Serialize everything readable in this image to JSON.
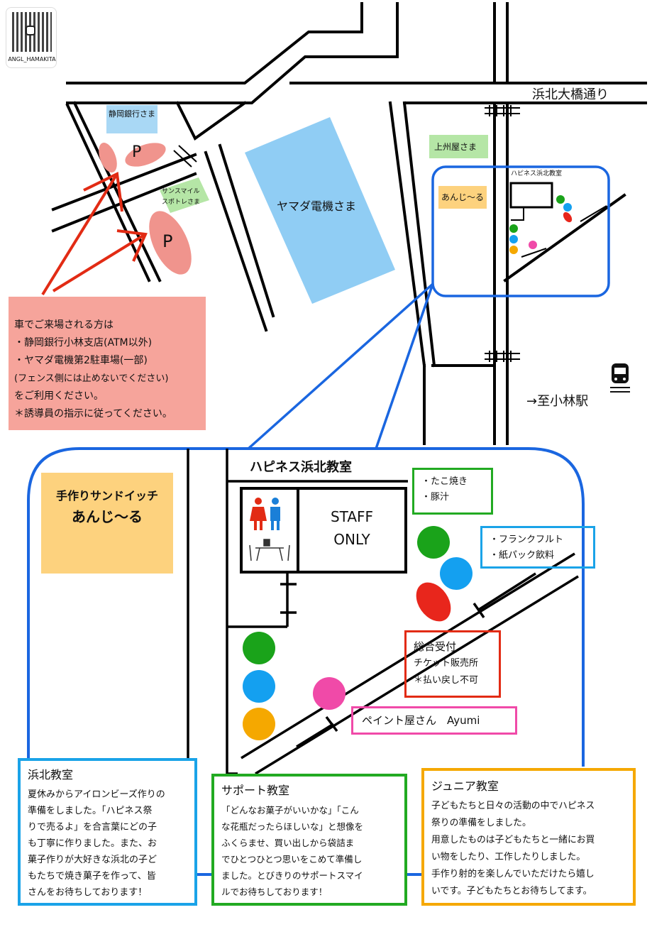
{
  "qr": {
    "caption": "ANGL_HAMAKITA"
  },
  "streets": {
    "main_road": "浜北大橋通り",
    "station": "→至小林駅"
  },
  "landmarks": {
    "shizuoka_bank": "静岡銀行さま",
    "yamada": "ヤマダ電機さま",
    "joshuya": "上州屋さま",
    "sunsmile": [
      "サンスマイル",
      "スポトレさま"
    ],
    "anjiru_small": "あんじ〜る",
    "happiness_small": "ハピネス浜北教室",
    "parking_mark": "P"
  },
  "parking_note": {
    "lines": [
      "車でご来場される方は",
      "・静岡銀行小林支店(ATM以外)",
      "・ヤマダ電機第2駐車場(一部)",
      "(フェンス側には止めないでください)",
      "をご利用ください。",
      "＊誘導員の指示に従ってください。"
    ]
  },
  "detail": {
    "building": "ハピネス浜北教室",
    "sandwich": {
      "line1": "手作りサンドイッチ",
      "line2": "あんじ〜る"
    },
    "staff": {
      "line1": "STAFF",
      "line2": "ONLY"
    },
    "takoyaki": [
      "・たこ焼き",
      "・豚汁"
    ],
    "frank": [
      "・フランクフルト",
      "・紙パック飲料"
    ],
    "reception": {
      "title": "総合受付",
      "line1": "チケット販売所",
      "line2": "＊払い戻し不可"
    },
    "paint": "ペイント屋さん　Ayumi"
  },
  "classrooms": [
    {
      "title": "浜北教室",
      "color": "#1aa3e8",
      "lines": [
        "夏休みからアイロンビーズ作りの",
        "準備をしました。「ハピネス祭",
        "りで売るよ」を合言葉にどの子",
        "も丁寧に作りました。また、お",
        "菓子作りが大好きな浜北の子ど",
        "もたちで焼き菓子を作って、皆",
        "さんをお待ちしております！"
      ]
    },
    {
      "title": "サポート教室",
      "color": "#22aa22",
      "lines": [
        "「どんなお菓子がいいかな」「こん",
        "な花瓶だったらほしいな」と想像を",
        "ふくらませ、買い出しから袋詰ま",
        "でひとつひとつ思いをこめて準備し",
        "ました。とびきりのサポートスマイ",
        "ルでお待ちしております！"
      ]
    },
    {
      "title": "ジュニア教室",
      "color": "#f5a800",
      "lines": [
        "子どもたちと日々の活動の中でハピネス",
        "祭りの準備をしました。",
        "用意したものは子どもたちと一緒にお買",
        "い物をしたり、工作したりしました。",
        "手作り射的を楽しんでいただけたら嬉し",
        "いです。子どもたちとお待ちしてます。"
      ]
    }
  ],
  "colors": {
    "blue_outline": "#1a66e0",
    "note_bg": "#f6a49b",
    "yamada_bg": "#90cdf4",
    "bank_bg": "#a9d8f5",
    "anjiru_bg": "#fdd27e",
    "green_bg": "#b5e6a6",
    "parking": "#f0948d",
    "arrow": "#e22b14",
    "dot_green": "#1aa31a",
    "dot_blue": "#14a0f0",
    "dot_red": "#e8261c",
    "dot_orange": "#f5a800",
    "dot_pink": "#f04aa8"
  }
}
